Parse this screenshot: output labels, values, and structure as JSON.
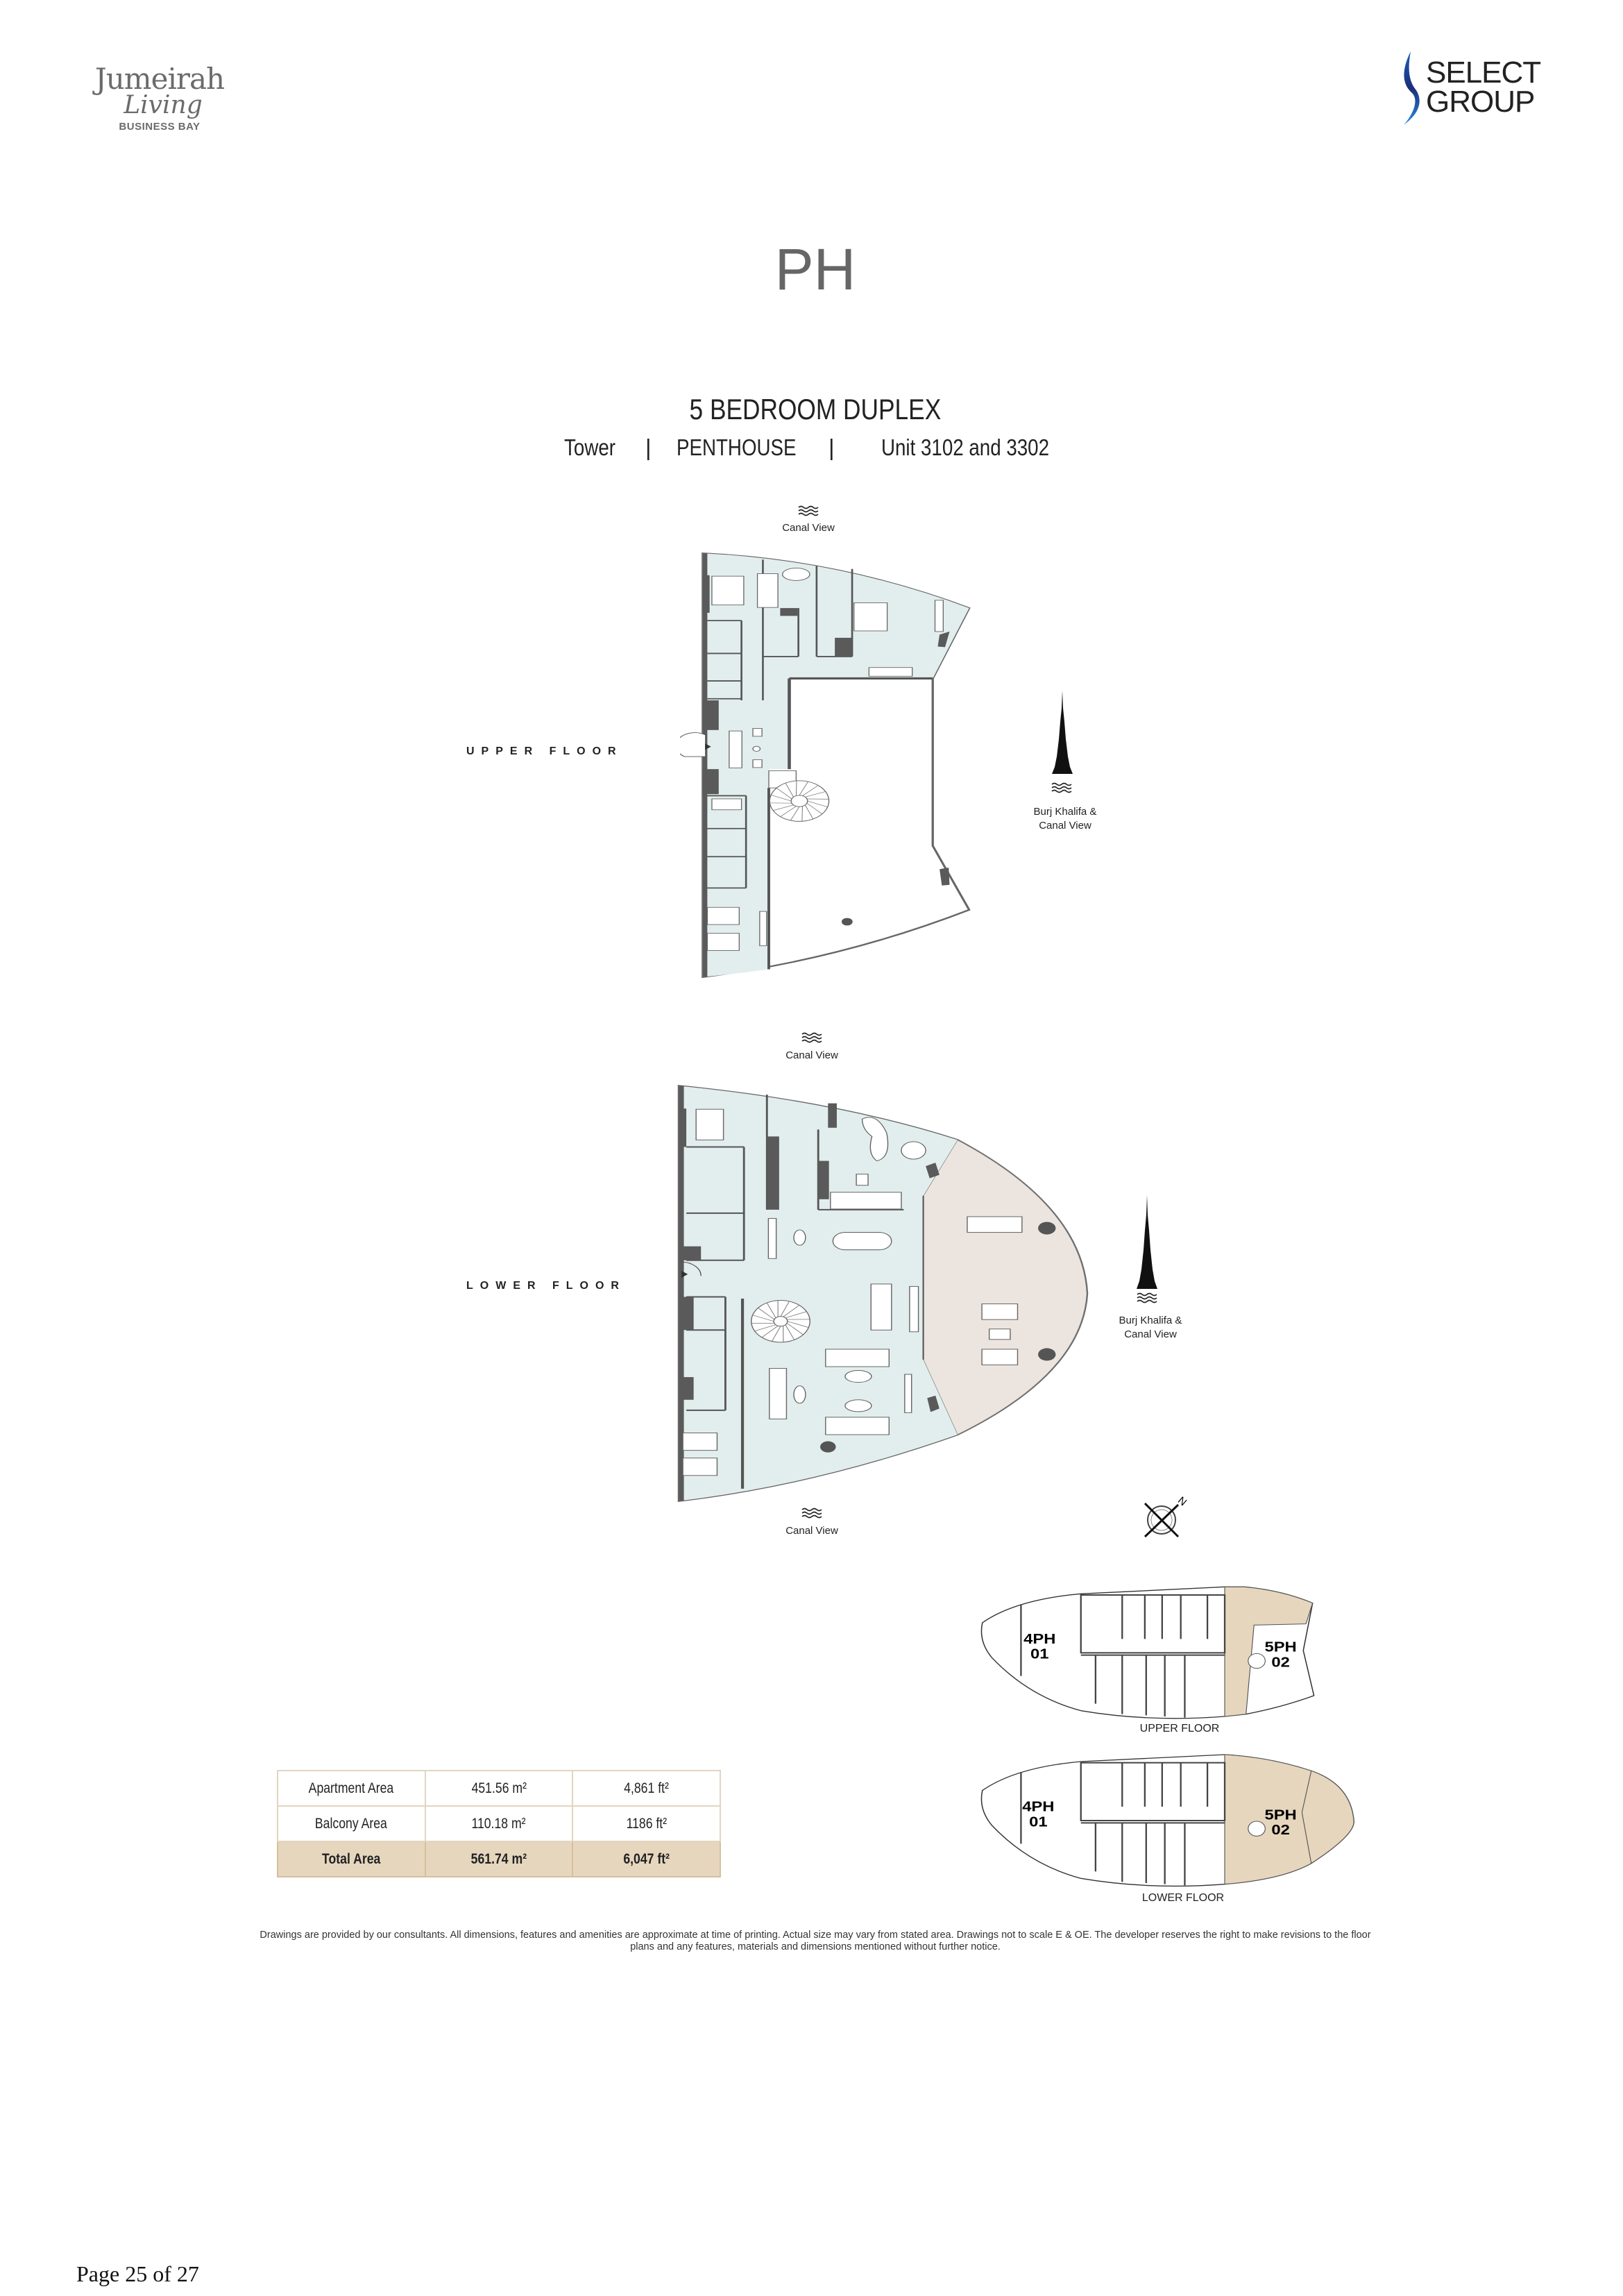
{
  "header": {
    "logo_left": {
      "line1": "Jumeirah",
      "line2": "Living",
      "line3": "BUSINESS BAY"
    },
    "logo_right": {
      "line1": "SELECT",
      "line2": "GROUP"
    },
    "type_code": "PH",
    "unit_title": "5 BEDROOM DUPLEX",
    "subtitle": {
      "tower": "Tower",
      "sep1": "|",
      "category": "PENTHOUSE",
      "sep2": "|",
      "units": "Unit 3102 and 3302"
    }
  },
  "upper_plan": {
    "label": "UPPER FLOOR",
    "view_top": "Canal View",
    "view_right_line1": "Burj Khalifa &",
    "view_right_line2": "Canal View"
  },
  "lower_plan": {
    "label": "LOWER FLOOR",
    "view_top": "Canal View",
    "view_bottom": "Canal View",
    "view_right_line1": "Burj Khalifa &",
    "view_right_line2": "Canal View",
    "compass": "N"
  },
  "key_plans": {
    "upper": {
      "label": "UPPER FLOOR",
      "unit_a": [
        "4PH",
        "01"
      ],
      "unit_b": [
        "5PH",
        "02"
      ]
    },
    "lower": {
      "label": "LOWER FLOOR",
      "unit_a": [
        "4PH",
        "01"
      ],
      "unit_b": [
        "5PH",
        "02"
      ]
    }
  },
  "areas": {
    "rows": [
      {
        "label": "Apartment Area",
        "sqm": "451.56 m²",
        "sqft": "4,861 ft²"
      },
      {
        "label": "Balcony Area",
        "sqm": "110.18 m²",
        "sqft": "1186 ft²"
      },
      {
        "label": "Total Area",
        "sqm": "561.74 m²",
        "sqft": "6,047 ft²"
      }
    ]
  },
  "disclaimer": "Drawings are provided by our consultants. All dimensions, features and amenities are approximate at time of printing.  Actual size may vary from stated area. Drawings not to scale E & OE. The developer reserves the right to make revisions to the floor plans and any features, materials and dimensions mentioned without further notice.",
  "footer": {
    "page": "Page 25 of 27"
  },
  "colors": {
    "interior": "#e2eeed",
    "balcony": "#ece5df",
    "highlight": "#e6d6be",
    "wall": "#555555",
    "brand_blue": "#1e6fc0"
  }
}
